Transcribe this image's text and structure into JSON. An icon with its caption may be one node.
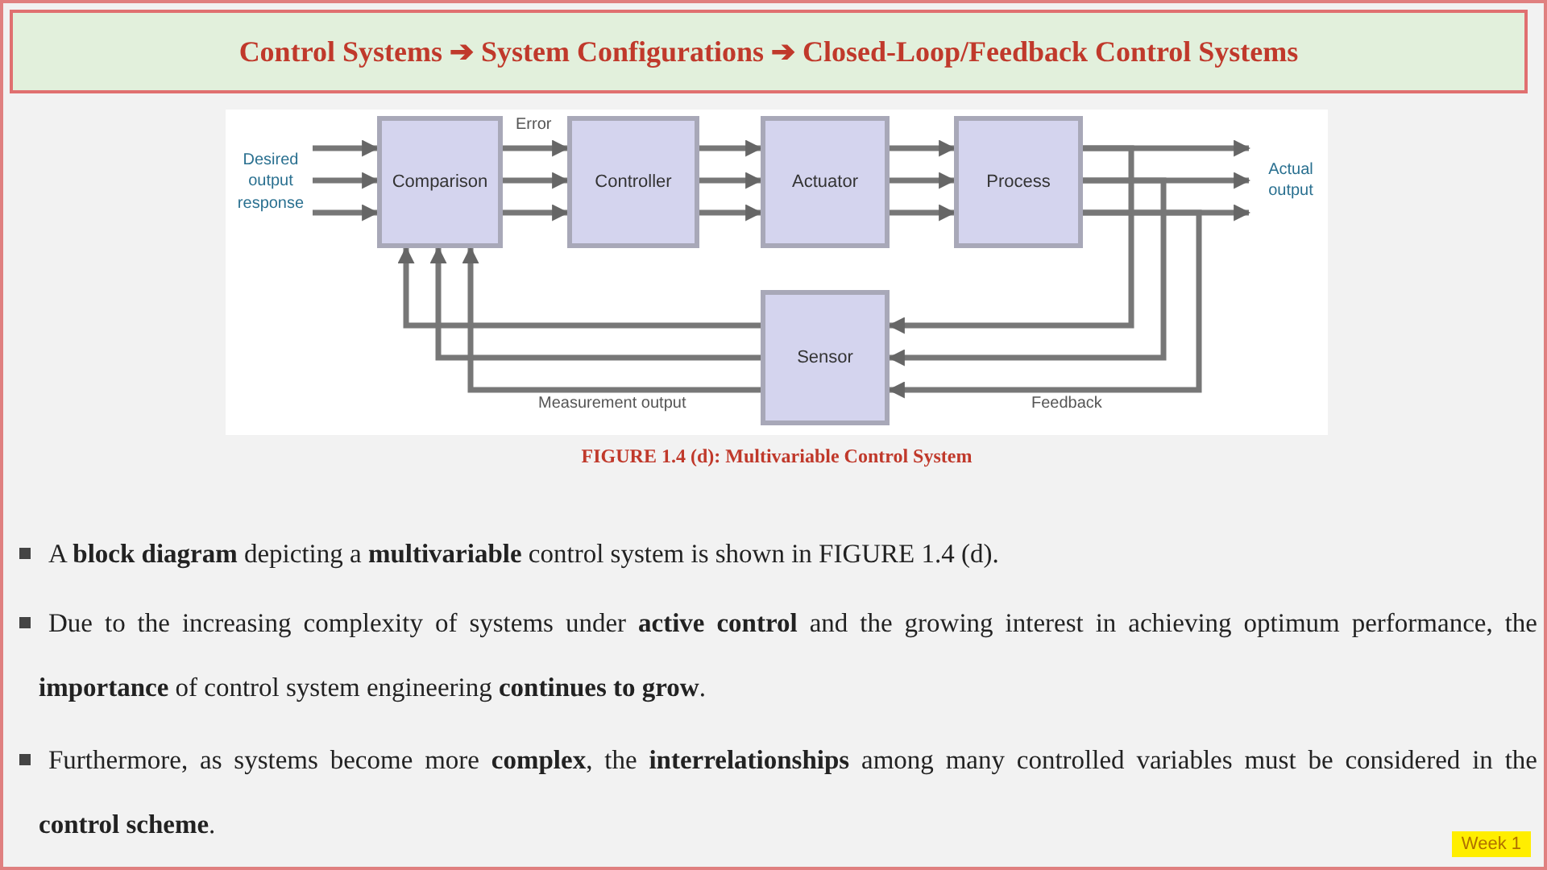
{
  "diagram": {
    "title": "Control Systems ➔ System Configurations ➔ Closed-Loop/Feedback Control Systems",
    "caption": "FIGURE 1.4 (d): Multivariable Control System",
    "nodes": [
      {
        "text": [
          "Desired output response"
        ]
      },
      {
        "text": [
          "Comparison"
        ]
      },
      {
        "text": [
          "Controller"
        ]
      },
      {
        "text": [
          "Actuator"
        ]
      },
      {
        "text": [
          "Process"
        ]
      },
      {
        "text": [
          "Actual output"
        ]
      },
      {
        "text": [
          "Sensor"
        ]
      }
    ],
    "edges": [
      {
        "from": 0,
        "to": 1,
        "arrow": "to"
      },
      {
        "from": 0,
        "to": 1,
        "arrow": "to"
      },
      {
        "from": 0,
        "to": 1,
        "arrow": "to"
      },
      {
        "from": 1,
        "to": 2,
        "arrow": "to",
        "label": "Error"
      },
      {
        "from": 1,
        "to": 2,
        "arrow": "to"
      },
      {
        "from": 1,
        "to": 2,
        "arrow": "to"
      },
      {
        "from": 2,
        "to": 3,
        "arrow": "to"
      },
      {
        "from": 2,
        "to": 3,
        "arrow": "to"
      },
      {
        "from": 2,
        "to": 3,
        "arrow": "to"
      },
      {
        "from": 3,
        "to": 4,
        "arrow": "to"
      },
      {
        "from": 3,
        "to": 4,
        "arrow": "to"
      },
      {
        "from": 3,
        "to": 4,
        "arrow": "to"
      },
      {
        "from": 4,
        "to": 5,
        "arrow": "to"
      },
      {
        "from": 4,
        "to": 5,
        "arrow": "to"
      },
      {
        "from": 4,
        "to": 5,
        "arrow": "to"
      },
      {
        "from": 4,
        "to": 6,
        "arrow": "to"
      },
      {
        "from": 4,
        "to": 6,
        "arrow": "to"
      },
      {
        "from": 4,
        "to": 6,
        "arrow": "to",
        "label": "Feedback"
      },
      {
        "from": 6,
        "to": 1,
        "arrow": "to"
      },
      {
        "from": 6,
        "to": 1,
        "arrow": "to"
      },
      {
        "from": 6,
        "to": 1,
        "arrow": "to",
        "label": "Measurement output"
      }
    ],
    "labels": [
      "A **block diagram** depicting a **multivariable** control system is shown in FIGURE 1.4 (d).",
      "Due to the increasing complexity of systems under **active control** and the growing interest in achieving optimum performance, the **importance** of control system engineering **continues to grow**.",
      "Furthermore, as systems become more **complex**, the **interrelationships** among many controlled variables must be considered in the **control scheme**.",
      "Week 1"
    ]
  }
}
